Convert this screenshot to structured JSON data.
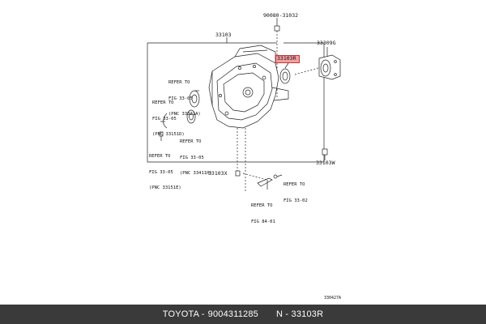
{
  "diagram": {
    "part_numbers": {
      "p33103": "33103",
      "p33103R": "33103R",
      "p90080": "90080-31032",
      "p33309G": "33309G",
      "p33103W": "33103W",
      "p33103X": "33103X"
    },
    "references": {
      "ref1": [
        "REFER TO",
        "FIG 33-05",
        "(PNC 33321A)"
      ],
      "ref2": [
        "REFER TO",
        "FIG 33-05",
        "(PNC 33151D)"
      ],
      "ref3": [
        "REFER TO",
        "FIG 33-05",
        "(PNC 33411H)"
      ],
      "ref4": [
        "REFER TO",
        "FIG 33-05",
        "(PNC 33151E)"
      ],
      "ref5": [
        "REFER TO",
        "FIG 33-02"
      ],
      "ref6": [
        "REFER TO",
        "FIG 84-01"
      ]
    },
    "figure_code": "330427A",
    "highlight_color": "#f2a0a0"
  },
  "footer": {
    "brand": "TOYOTA",
    "part_number": "9004311285",
    "label": "N - 33103R"
  }
}
